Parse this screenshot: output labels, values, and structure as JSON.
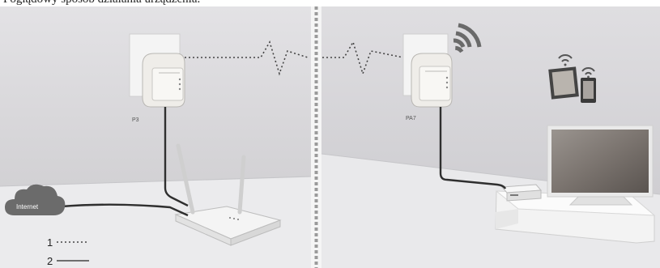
{
  "caption": "Poglądowy sposób działania urządzenia.",
  "devices": {
    "left_adapter": {
      "label": "P3"
    },
    "right_adapter": {
      "label": "PA7"
    },
    "cloud": {
      "label": "Internet"
    }
  },
  "legend": [
    {
      "key": "1",
      "style": "dotted"
    },
    {
      "key": "2",
      "style": "solid"
    }
  ],
  "colors": {
    "wall": "#d9d8db",
    "floor": "#e6e6e8",
    "divider": "#9a9a9a",
    "cable": "#2f2f2f",
    "cloud": "#6b6b6b"
  }
}
